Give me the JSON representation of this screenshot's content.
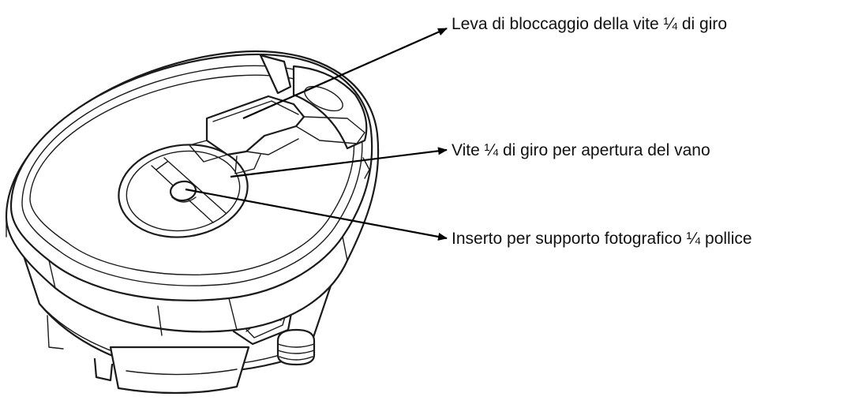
{
  "callouts": {
    "lever": "Leva di bloccaggio della vite ¼ di giro",
    "screw": "Vite ¼ di giro per apertura del vano",
    "insert": "Inserto per supporto fotografico ¼ pollice"
  },
  "colors": {
    "line": "#1a1a1a",
    "background": "#ffffff"
  }
}
